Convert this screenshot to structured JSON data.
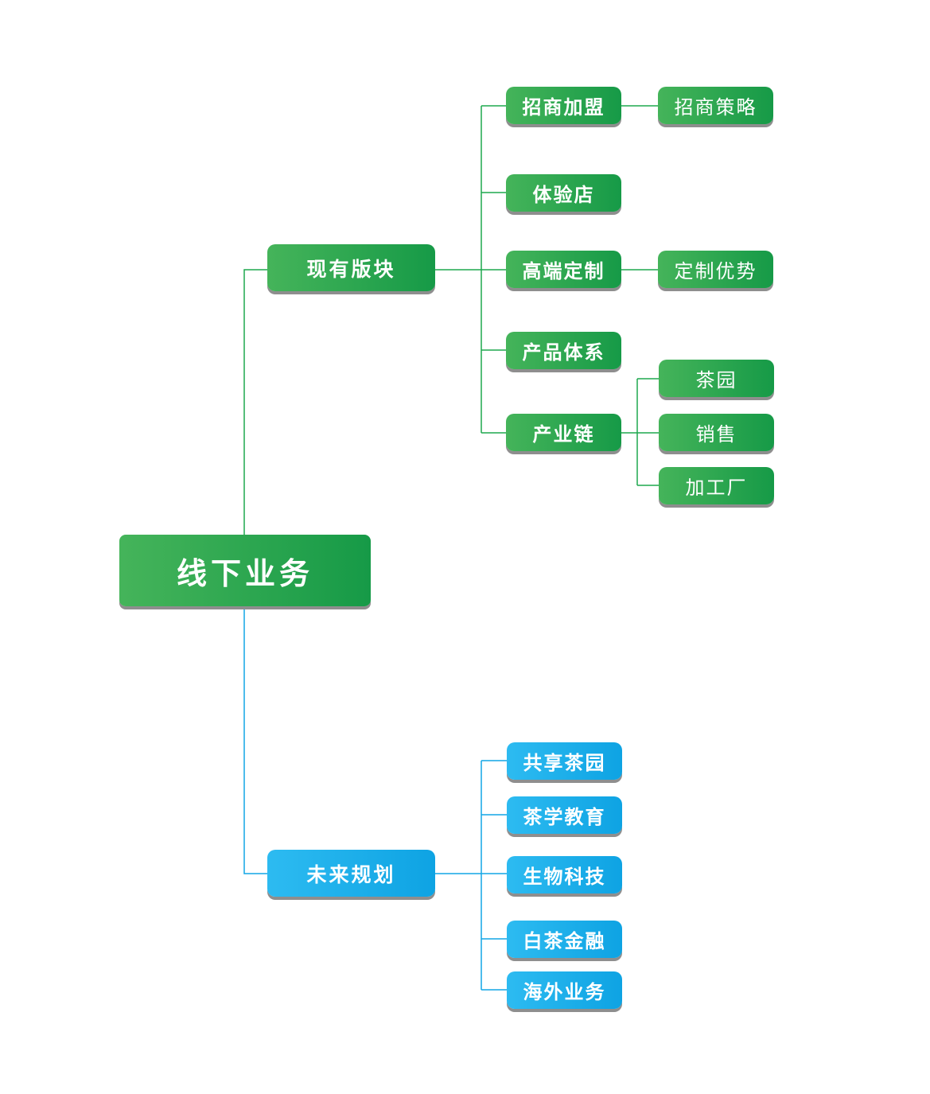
{
  "colors": {
    "green_line": "#1ea84f",
    "blue_line": "#12a6e6"
  },
  "mindmap": {
    "root": "线下业务",
    "current": {
      "label": "现有版块",
      "children": {
        "franchise": "招商加盟",
        "franchise_strategy": "招商策略",
        "experience_store": "体验店",
        "custom": "高端定制",
        "custom_advantage": "定制优势",
        "product_system": "产品体系",
        "industry_chain": "产业链",
        "tea_garden": "茶园",
        "sales": "销售",
        "factory": "加工厂"
      }
    },
    "future": {
      "label": "未来规划",
      "children": {
        "shared_garden": "共享茶园",
        "tea_education": "茶学教育",
        "biotech": "生物科技",
        "white_tea_finance": "白茶金融",
        "overseas": "海外业务"
      }
    }
  }
}
